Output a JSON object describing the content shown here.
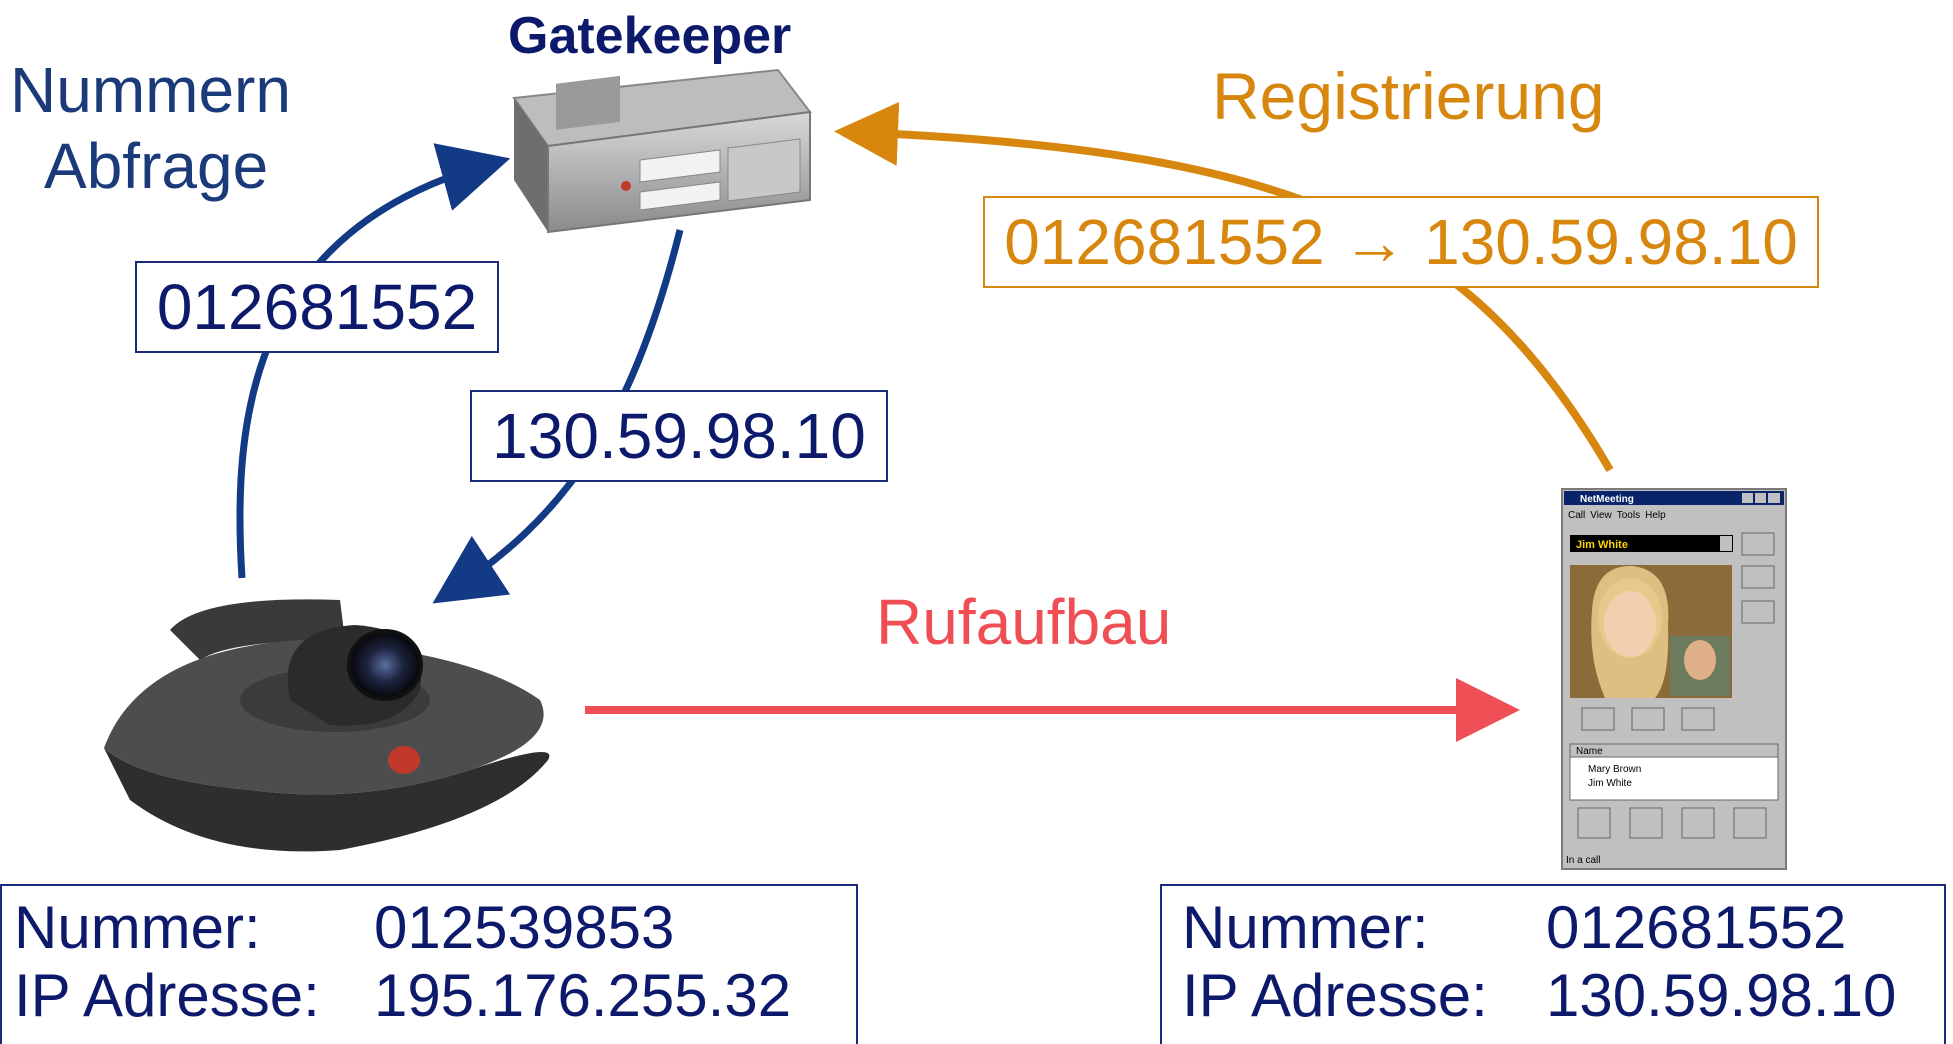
{
  "gatekeeper": {
    "title": "Gatekeeper"
  },
  "query": {
    "title_line1": "Nummern",
    "title_line2": "Abfrage",
    "number": "012681552",
    "reply_ip": "130.59.98.10"
  },
  "registration": {
    "title": "Registrierung",
    "mapping": "012681552 → 130.59.98.10"
  },
  "call": {
    "title": "Rufaufbau"
  },
  "endpoint_left": {
    "number_label": "Nummer:",
    "number": "012539853",
    "ip_label": "IP Adresse:",
    "ip": "195.176.255.32"
  },
  "endpoint_right": {
    "number_label": "Nummer:",
    "number": "012681552",
    "ip_label": "IP Adresse:",
    "ip": "130.59.98.10"
  },
  "netmeeting": {
    "window_title": "NetMeeting",
    "menu": [
      "Call",
      "View",
      "Tools",
      "Help"
    ],
    "contact": "Jim White",
    "list_header": "Name",
    "list": [
      "Mary Brown",
      "Jim White"
    ],
    "status": "In a call"
  },
  "colors": {
    "navy": "#0d1a6b",
    "arrow_navy": "#133a85",
    "orange": "#d8870e",
    "red": "#ef4f54"
  }
}
